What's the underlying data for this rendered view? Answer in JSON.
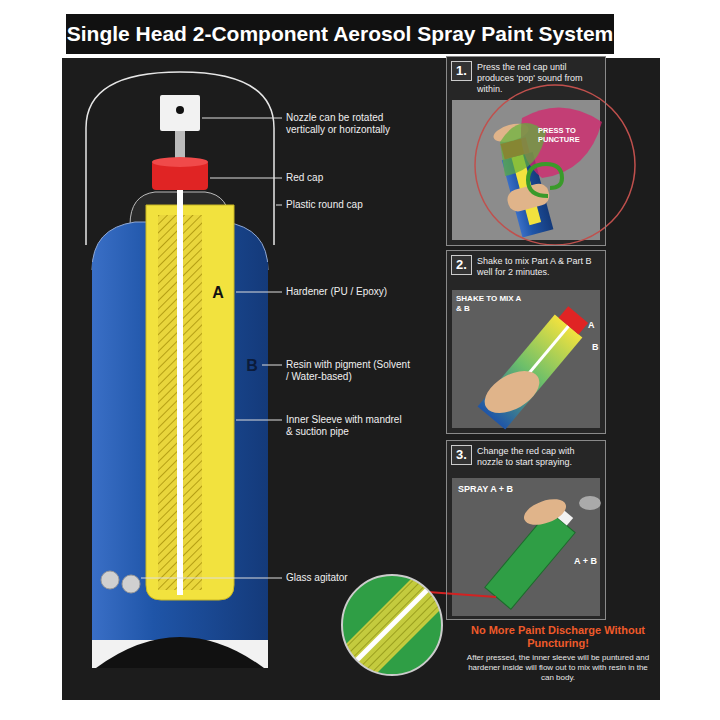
{
  "diagram": {
    "title": "Single Head 2-Component Aerosol Spray Paint System",
    "nodes": [
      {
        "text": [
          "1.",
          "Press the red cap until produces 'pop' sound from within."
        ]
      },
      {
        "text": [
          "2.",
          "Shake to mix Part A & Part B well for 2 minutes."
        ]
      },
      {
        "text": [
          "3.",
          "Change the red cap with nozzle to start spraying."
        ]
      }
    ],
    "labels": [
      "Nozzle can be rotated vertically or horizontally",
      "Red cap",
      "Plastic round cap",
      "A",
      "Hardener (PU / Epoxy)",
      "B",
      "Resin with pigment (Solvent / Water-based)",
      "Inner Sleeve with mandrel & suction pipe",
      "Glass agitator",
      "PRESS TO PUNCTURE",
      "SHAKE TO MIX A & B",
      "A",
      "B",
      "SPRAY A + B",
      "A + B",
      "No More Paint Discharge Without Puncturing!",
      "After pressed, the inner sleeve will be puntured and hardener inside will flow out to mix with resin in the can body."
    ]
  }
}
